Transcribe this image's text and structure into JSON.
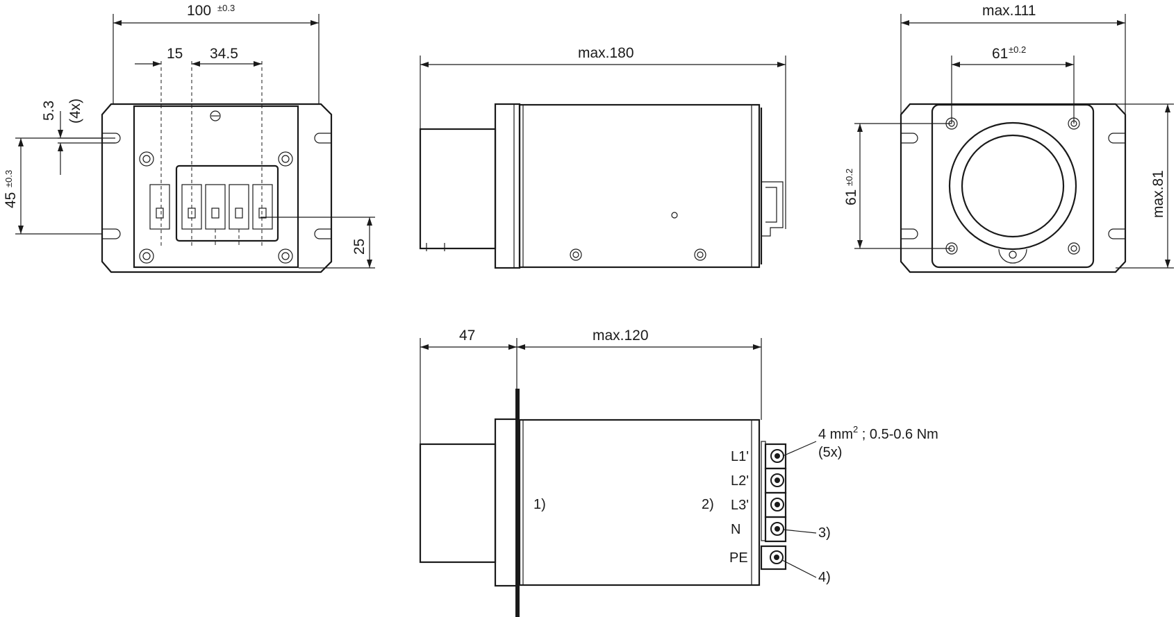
{
  "front_view": {
    "width_main": "100",
    "width_tol": "±0.3",
    "dim_15": "15",
    "dim_34_5": "34.5",
    "slot_dim": "5.3",
    "slot_count": "(4x)",
    "height_main": "45",
    "height_tol": "±0.3",
    "dim_25": "25"
  },
  "side_view": {
    "length": "max.180"
  },
  "rear_view": {
    "width": "max.111",
    "hole_h": "61",
    "hole_h_tol": "±0.2",
    "hole_v": "61",
    "hole_v_tol": "±0.2",
    "height": "max.81"
  },
  "bottom_view": {
    "dim_47": "47",
    "length": "max.120",
    "note_1": "1)",
    "note_2": "2)",
    "note_3": "3)",
    "note_4": "4)",
    "terminal_spec_a": "4 mm",
    "terminal_spec_sup": "2",
    "terminal_spec_b": " ; 0.5-0.6 Nm",
    "terminal_count": "(5x)",
    "terminals": [
      "L1'",
      "L2'",
      "L3'",
      "N",
      "PE"
    ]
  },
  "colors": {
    "ink": "#1a1a1a",
    "background": "#ffffff"
  }
}
